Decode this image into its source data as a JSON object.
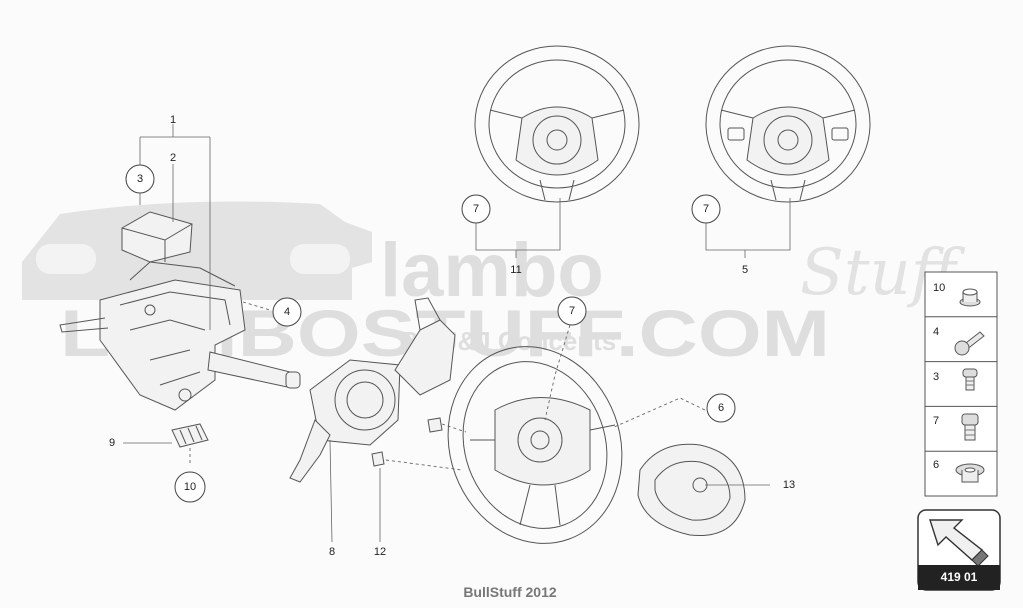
{
  "callouts": {
    "c1": "1",
    "c2": "2",
    "c3": "3",
    "c4": "4",
    "c5": "5",
    "c7a": "7",
    "c7b": "7",
    "c7c": "7",
    "c6": "6",
    "c8": "8",
    "c9": "9",
    "c10": "10",
    "c11": "11",
    "c12": "12",
    "c13": "13"
  },
  "legend": [
    {
      "num": "10",
      "icon": "flange-nut-icon"
    },
    {
      "num": "4",
      "icon": "flange-bolt-icon"
    },
    {
      "num": "3",
      "icon": "short-screw-icon"
    },
    {
      "num": "7",
      "icon": "socket-screw-icon"
    },
    {
      "num": "6",
      "icon": "hex-nut-icon"
    }
  ],
  "reference": {
    "code": "419 01"
  },
  "watermark": {
    "brand": "lambo",
    "script": "Stuff",
    "domain": "LAMBOSTUFF.COM",
    "tagline": "BY J&J Concepts"
  },
  "footer": "BullStuff 2012"
}
